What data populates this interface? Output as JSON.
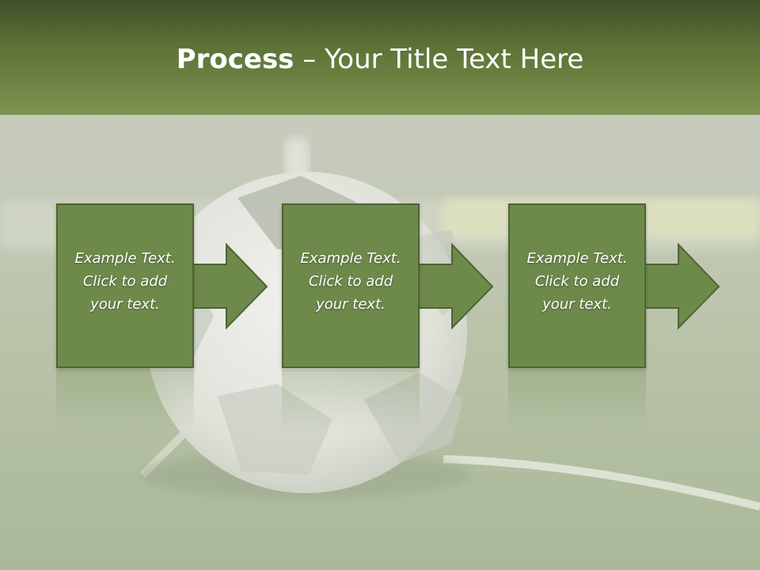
{
  "slide": {
    "title_bold": "Process",
    "title_rest": " – Your Title Text Here",
    "steps": [
      {
        "text": "Example Text.\nClick  to add\nyour text."
      },
      {
        "text": "Example Text.\nClick  to add\nyour text."
      },
      {
        "text": "Example Text.\nClick  to add\nyour text."
      }
    ]
  },
  "colors": {
    "header_dark": "#3f5028",
    "header_light": "#7d9350",
    "box_fill": "#6e8a4b",
    "box_border": "#4f6334",
    "text": "#ffffff"
  },
  "icons": {
    "step_arrow": "right-arrow-icon",
    "background": "soccer-ball-on-pitch-image"
  }
}
